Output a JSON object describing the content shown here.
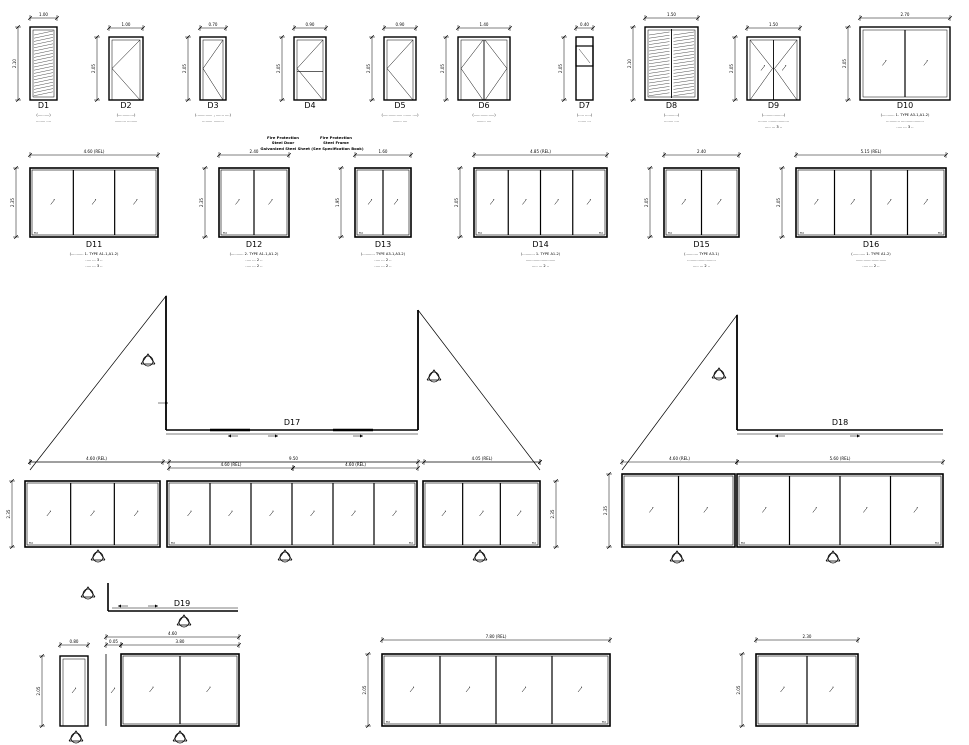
{
  "sheet_title": "",
  "colors": {
    "line": "#000000",
    "background": "#ffffff"
  },
  "notes": {
    "fire_left": "Fire Protection",
    "fire_left2": "Steel Door",
    "fire_right": "Fire Protection",
    "fire_right2": "Steel Frame",
    "general": "Galvanized Steel Sheet (See Specification Book)"
  },
  "row1": [
    {
      "id": "D1",
      "width": "1.00",
      "height": "2.10",
      "sub1": "(..........)",
      "sub2": "........ ...."
    },
    {
      "id": "D2",
      "width": "1.00",
      "height": "2.05",
      "sub1": "(..............)",
      "sub2": ".......... ........."
    },
    {
      "id": "D3",
      "width": "0.70",
      "height": "2.05",
      "sub1": "(.............. , ....... ....)",
      "sub2": "......... ........."
    },
    {
      "id": "D4",
      "width": "0.90",
      "height": "2.05",
      "sub1": "",
      "sub2": ""
    },
    {
      "id": "D5",
      "width": "0.90",
      "height": "2.05",
      "sub1": "(................. ....... ....)",
      "sub2": "........ ...."
    },
    {
      "id": "D6",
      "width": "1.40",
      "height": "2.05",
      "sub1": "(..................)",
      "sub2": "........ ...."
    },
    {
      "id": "D7",
      "width": "0.40",
      "height": "2.05",
      "sub1": "(..... .....)",
      "sub2": "....... ..."
    },
    {
      "id": "D8",
      "width": "1.50",
      "height": "2.10",
      "sub1": "(...........)",
      "sub2": "........ ...."
    },
    {
      "id": "D9",
      "width": "1.50",
      "height": "2.05",
      "sub1": "(..................)",
      "sub2": "........ .................."
    },
    {
      "id": "D10",
      "width": "2.70",
      "height": "2.05",
      "sub1": "(........... 1. TYPE A3-1,A1-2)",
      "sub2": "............ ...................."
    }
  ],
  "row1_extra": {
    "D9": "..... ... 3 ..",
    "D10": "..... ... 3 .."
  },
  "row2": [
    {
      "id": "D11",
      "width": "4.60 (REL)",
      "height": "2.35",
      "sub1": "(........... 1. TYPE A1-1,A1-2)",
      "sub2": "..... ... 3 .."
    },
    {
      "id": "D12",
      "width": "2.40",
      "height": "2.35",
      "sub1": "(........... 2. TYPE A1-1,A1-2)",
      "sub2": "..... ... 2 .."
    },
    {
      "id": "D13",
      "width": "1.60",
      "height": "1.95",
      "sub1": "(........... TYPE A3-1,A3-2)",
      "sub2": "..... ... 2 .."
    },
    {
      "id": "D14",
      "width": "4.85 (REL)",
      "height": "2.05",
      "sub1": "(........... 1. TYPE A1-2)",
      "sub2": ".........................."
    },
    {
      "id": "D15",
      "width": "2.40",
      "height": "2.05",
      "sub1": "(........... TYPE A3-1)",
      "sub2": "........................."
    },
    {
      "id": "D16",
      "width": "5.15 (REL)",
      "height": "2.05",
      "sub1": "(........... 1. TYPE A1-2)",
      "sub2": "..........................."
    }
  ],
  "row2_extra": {
    "D11": "..... ... 3 ..",
    "D12": "..... ... 2 ..",
    "D13": "..... ... 2 ..",
    "D14": "..... ... 2 ..",
    "D15": "..... ... 2 ..",
    "D16": "..... ... 2 .."
  },
  "row3": {
    "D17": {
      "id": "D17",
      "overall": "9.50",
      "left": "4.60 (REL)",
      "mid_left": "4.60 (REL)",
      "mid_right": "4.60 (REL)",
      "right": "4.05 (REL)",
      "height": "2.35"
    },
    "D18": {
      "id": "D18",
      "left": "4.60 (REL)",
      "right": "5.60 (REL)",
      "height": "2.35"
    }
  },
  "row4": {
    "D19": {
      "id": "D19",
      "small_width": "0.80",
      "main_width": "4.60",
      "inner_width": "3.80",
      "height": "2.05",
      "gap": "0.05"
    },
    "E2": {
      "width": "7.80 (REL)",
      "height": "2.05"
    },
    "E3": {
      "width": "2.30",
      "height": "2.05"
    }
  },
  "panel_tags": {
    "fix": "FIX",
    "sl": "SL"
  }
}
